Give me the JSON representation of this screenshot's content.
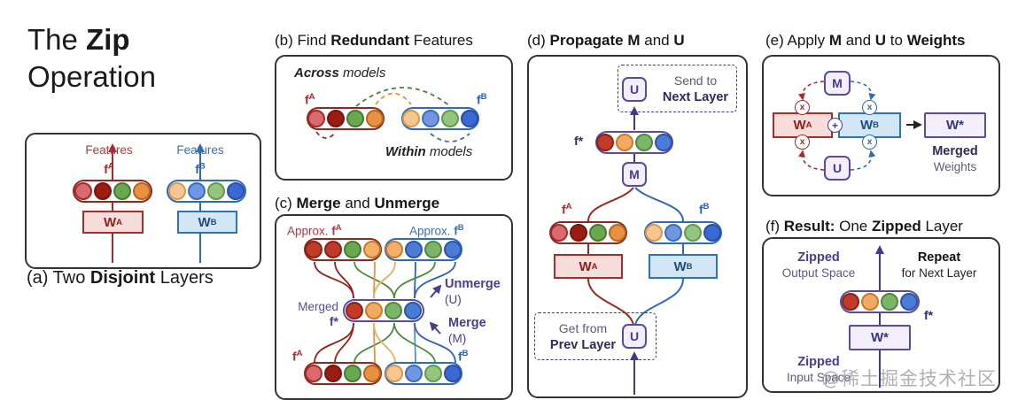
{
  "title": {
    "t1": "The ",
    "t2": "Zip",
    "t3": "Operation"
  },
  "watermark": "@稀土掘金技术社区",
  "labels": {
    "f": "f",
    "w": "W",
    "sup_a": "A",
    "sup_b": "B",
    "fstar": "f*",
    "wstar": "W*",
    "m": "M",
    "u": "U",
    "x": "x",
    "plus": "+",
    "features": "Features"
  },
  "panel_a": {
    "h1": "(a) Two ",
    "h2": "Disjoint",
    "h3": " Layers"
  },
  "panel_b": {
    "h1": "(b) Find ",
    "h2": "Redundant",
    "h3": " Features",
    "across_b": "Across",
    "across_r": " models",
    "within_b": "Within",
    "within_r": " models"
  },
  "panel_c": {
    "h1": "(c) ",
    "h2": "Merge",
    "h3": " and ",
    "h4": "Unmerge",
    "approx": "Approx. ",
    "merged": "Merged",
    "unmerge": "Unmerge",
    "unmerge_s": "(U)",
    "merge": "Merge",
    "merge_s": "(M)"
  },
  "panel_d": {
    "h1": "(d) ",
    "h2": "Propagate M",
    "h3": " and ",
    "h4": "U",
    "send1": "Send to",
    "send2": "Next Layer",
    "get1": "Get from",
    "get2": "Prev Layer"
  },
  "panel_e": {
    "h1": "(e) Apply ",
    "h2": "M",
    "h3": " and ",
    "h4": "U",
    "h5": " to ",
    "h6": "Weights",
    "cap1": "Merged",
    "cap2": "Weights"
  },
  "panel_f": {
    "h1": "(f) ",
    "h2": "Result:",
    "h3": " One ",
    "h4": "Zipped",
    "h5": " Layer",
    "zip1": "Zipped",
    "out": "Output Space",
    "rep1": "Repeat",
    "rep2": "for Next Layer",
    "zip2": "Zipped",
    "inp": "Input Space"
  },
  "circles": {
    "fa": [
      {
        "f": "#DB6A6E",
        "s": "#A12C28"
      },
      {
        "f": "#9B1C12",
        "s": "#7A150E"
      },
      {
        "f": "#69A84F",
        "s": "#447A33"
      },
      {
        "f": "#E89140",
        "s": "#B5671F"
      }
    ],
    "fb": [
      {
        "f": "#F6C690",
        "s": "#D99A4E"
      },
      {
        "f": "#7296E4",
        "s": "#3C6EB5"
      },
      {
        "f": "#95C47E",
        "s": "#5F9C4A"
      },
      {
        "f": "#3C68D1",
        "s": "#2A4FA8"
      }
    ],
    "merged": [
      {
        "f": "#C23A28",
        "s": "#8B2218"
      },
      {
        "f": "#F2A963",
        "s": "#C77B2E"
      },
      {
        "f": "#7CB569",
        "s": "#4E8A3C"
      },
      {
        "f": "#4A7CD6",
        "s": "#2D54A8"
      }
    ],
    "approx_a": [
      {
        "f": "#C23A28",
        "s": "#8B2218"
      },
      {
        "f": "#C0392B",
        "s": "#8B2218"
      },
      {
        "f": "#69A84F",
        "s": "#447A33"
      },
      {
        "f": "#F2B066",
        "s": "#C77B2E"
      }
    ],
    "approx_b": [
      {
        "f": "#F2B066",
        "s": "#C77B2E"
      },
      {
        "f": "#4A7CD6",
        "s": "#2D54A8"
      },
      {
        "f": "#7CB569",
        "s": "#4E8A3C"
      },
      {
        "f": "#4A7CD6",
        "s": "#2D54A8"
      }
    ]
  },
  "colors": {
    "model_a": "#A33028",
    "model_b": "#2E74B5",
    "merged_purple": "#5B4A9E",
    "text_purple": "#4A3C92",
    "text_navy": "#2E2A5E",
    "text_muted": "#5C5A80",
    "panel_border": "#333333"
  }
}
